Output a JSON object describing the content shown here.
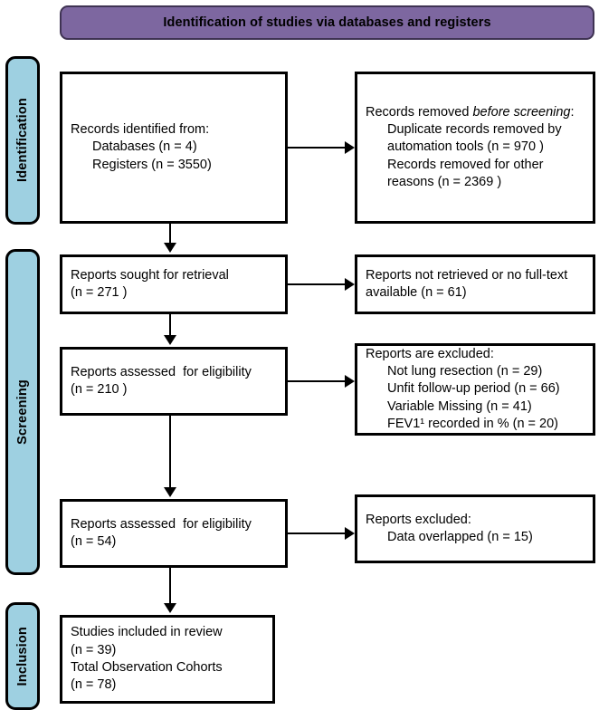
{
  "banner": {
    "title": "Identification of studies via databases and registers"
  },
  "bands": {
    "identification": "Identification",
    "screening": "Screening",
    "inclusion": "Inclusion"
  },
  "boxes": {
    "identified": {
      "line1": "Records identified from:",
      "line2": "Databases (n = 4)",
      "line3": "Registers (n = 3550)"
    },
    "removed": {
      "line1_a": "Records removed ",
      "line1_italic": "before screening",
      "line1_b": ":",
      "line2": "Duplicate records removed by automation tools (n = 970 )",
      "line3": "Records removed for other reasons (n = 2369 )"
    },
    "sought": {
      "line1": "Reports sought for retrieval",
      "line2": "(n = 271 )"
    },
    "not_retrieved": {
      "line1": "Reports not retrieved or no full-text available (n = 61)"
    },
    "assessed1": {
      "line1": "Reports assessed  for eligibility",
      "line2": "(n = 210 )"
    },
    "excluded1": {
      "heading": "Reports are excluded:",
      "item1": "Not lung resection (n = 29)",
      "item2": "Unfit follow-up period (n = 66)",
      "item3": "Variable Missing (n = 41)",
      "item4": "FEV1¹ recorded in % (n = 20)"
    },
    "assessed2": {
      "line1": "Reports assessed  for eligibility",
      "line2": "(n = 54)"
    },
    "excluded2": {
      "heading": "Reports excluded:",
      "item1": "Data overlapped (n = 15)"
    },
    "included": {
      "line1": "Studies included in review",
      "line2": "(n = 39)",
      "line3": "Total Observation Cohorts",
      "line4": "(n = 78)"
    }
  },
  "colors": {
    "banner_fill": "#7d67a0",
    "banner_border": "#3f3353",
    "band_fill": "#9ed0e1",
    "box_border": "#000000",
    "box_fill": "#ffffff"
  }
}
